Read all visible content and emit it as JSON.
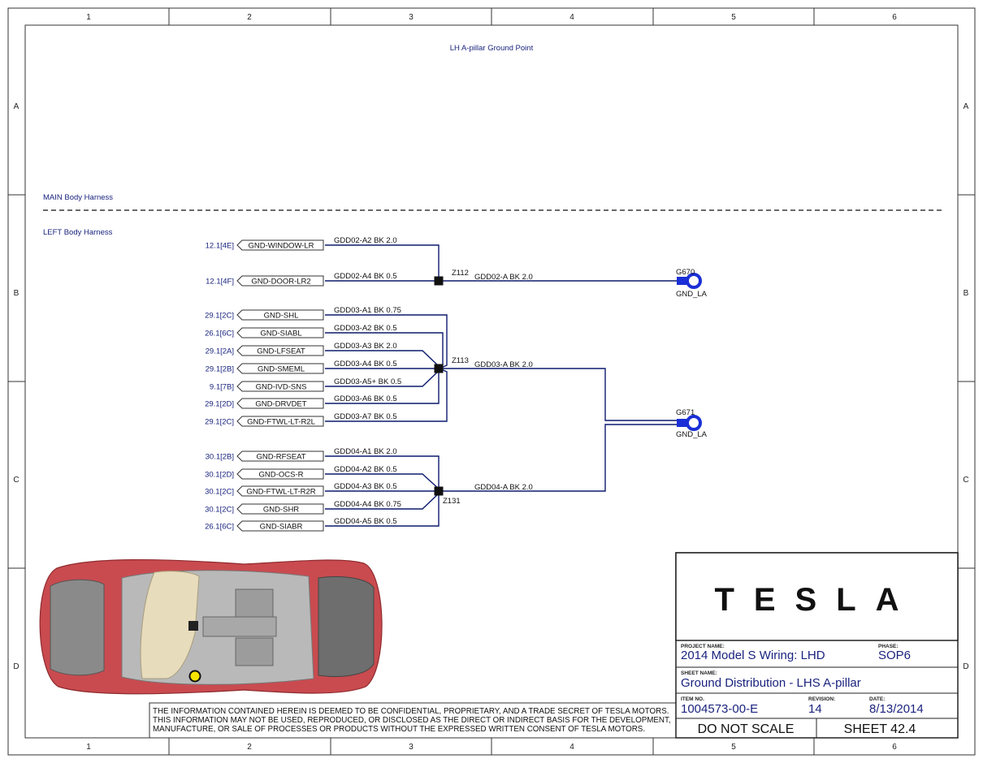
{
  "grid": {
    "columns": [
      "1",
      "2",
      "3",
      "4",
      "5",
      "6"
    ],
    "rows": [
      "A",
      "B",
      "C",
      "D"
    ]
  },
  "headings": {
    "title": "LH A-pillar Ground Point",
    "main_harness": "MAIN Body Harness",
    "left_harness": "LEFT Body Harness"
  },
  "connectors": [
    {
      "ref": "12.1[4E]",
      "name": "GND-WINDOW-LR",
      "wire": "GDD02-A2 BK 2.0"
    },
    {
      "ref": "12.1[4F]",
      "name": "GND-DOOR-LR2",
      "wire": "GDD02-A4 BK 0.5"
    },
    {
      "ref": "29.1[2C]",
      "name": "GND-SHL",
      "wire": "GDD03-A1 BK 0.75"
    },
    {
      "ref": "26.1[6C]",
      "name": "GND-SIABL",
      "wire": "GDD03-A2 BK 0.5"
    },
    {
      "ref": "29.1[2A]",
      "name": "GND-LFSEAT",
      "wire": "GDD03-A3 BK 2.0"
    },
    {
      "ref": "29.1[2B]",
      "name": "GND-SMEML",
      "wire": "GDD03-A4 BK 0.5"
    },
    {
      "ref": "9.1[7B]",
      "name": "GND-IVD-SNS",
      "wire": "GDD03-A5+ BK 0.5"
    },
    {
      "ref": "29.1[2D]",
      "name": "GND-DRVDET",
      "wire": "GDD03-A6 BK 0.5"
    },
    {
      "ref": "29.1[2C]",
      "name": "GND-FTWL-LT-R2L",
      "wire": "GDD03-A7 BK 0.5"
    },
    {
      "ref": "30.1[2B]",
      "name": "GND-RFSEAT",
      "wire": "GDD04-A1 BK 2.0"
    },
    {
      "ref": "30.1[2D]",
      "name": "GND-OCS-R",
      "wire": "GDD04-A2 BK 0.5"
    },
    {
      "ref": "30.1[2C]",
      "name": "GND-FTWL-LT-R2R",
      "wire": "GDD04-A3 BK 0.5"
    },
    {
      "ref": "30.1[2C]",
      "name": "GND-SHR",
      "wire": "GDD04-A4 BK 0.75"
    },
    {
      "ref": "26.1[6C]",
      "name": "GND-SIABR",
      "wire": "GDD04-A5 BK 0.5"
    }
  ],
  "splices": [
    {
      "id": "Z112",
      "out_wire": "GDD02-A BK 2.0"
    },
    {
      "id": "Z113",
      "out_wire": "GDD03-A BK 2.0"
    },
    {
      "id": "Z131",
      "out_wire": "GDD04-A BK 2.0"
    }
  ],
  "grounds": [
    {
      "id": "G670",
      "label": "GND_LA"
    },
    {
      "id": "G671",
      "label": "GND_LA"
    }
  ],
  "colors": {
    "wire": "#0d1b6e",
    "ground": "#1a2fd6",
    "text_blue": "#1a237e",
    "locator": "#f5e400"
  },
  "disclaimer": [
    "THE INFORMATION CONTAINED HEREIN IS DEEMED TO BE CONFIDENTIAL, PROPRIETARY, AND A TRADE SECRET OF TESLA MOTORS.",
    "THIS INFORMATION MAY NOT BE USED, REPRODUCED, OR DISCLOSED AS THE DIRECT OR INDIRECT BASIS FOR THE DEVELOPMENT,",
    "MANUFACTURE, OR SALE OF PROCESSES OR PRODUCTS WITHOUT THE EXPRESSED WRITTEN CONSENT OF TESLA MOTORS."
  ],
  "title_block": {
    "logo": "TESLA",
    "project_label": "PROJECT NAME:",
    "project": "2014 Model S Wiring: LHD",
    "phase_label": "PHASE:",
    "phase": "SOP6",
    "sheet_name_label": "SHEET NAME:",
    "sheet_name": "Ground Distribution - LHS A-pillar",
    "item_label": "ITEM NO.",
    "item": "1004573-00-E",
    "revision_label": "REVISION:",
    "revision": "14",
    "date_label": "DATE:",
    "date": "8/13/2014",
    "scale_note": "DO NOT SCALE",
    "sheet_no": "SHEET 42.4"
  }
}
